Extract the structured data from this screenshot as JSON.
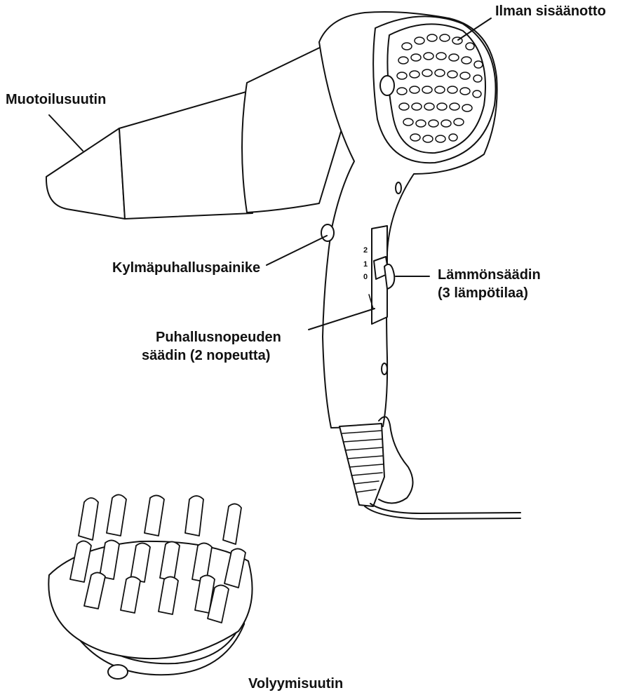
{
  "labels": {
    "air_intake": "Ilman sisäänotto",
    "styling_nozzle": "Muotoilusuutin",
    "cool_shot_button": "Kylmäpuhalluspainike",
    "heat_control_line1": "Lämmönsäädin",
    "heat_control_line2": "(3 lämpötilaa)",
    "speed_control_line1": "Puhallusnopeuden",
    "speed_control_line2": "säädin (2 nopeutta)",
    "diffuser": "Volyymisuutin"
  },
  "switch_marks": [
    "2",
    "1",
    "0"
  ],
  "colors": {
    "ink": "#111111",
    "paper": "#ffffff"
  }
}
